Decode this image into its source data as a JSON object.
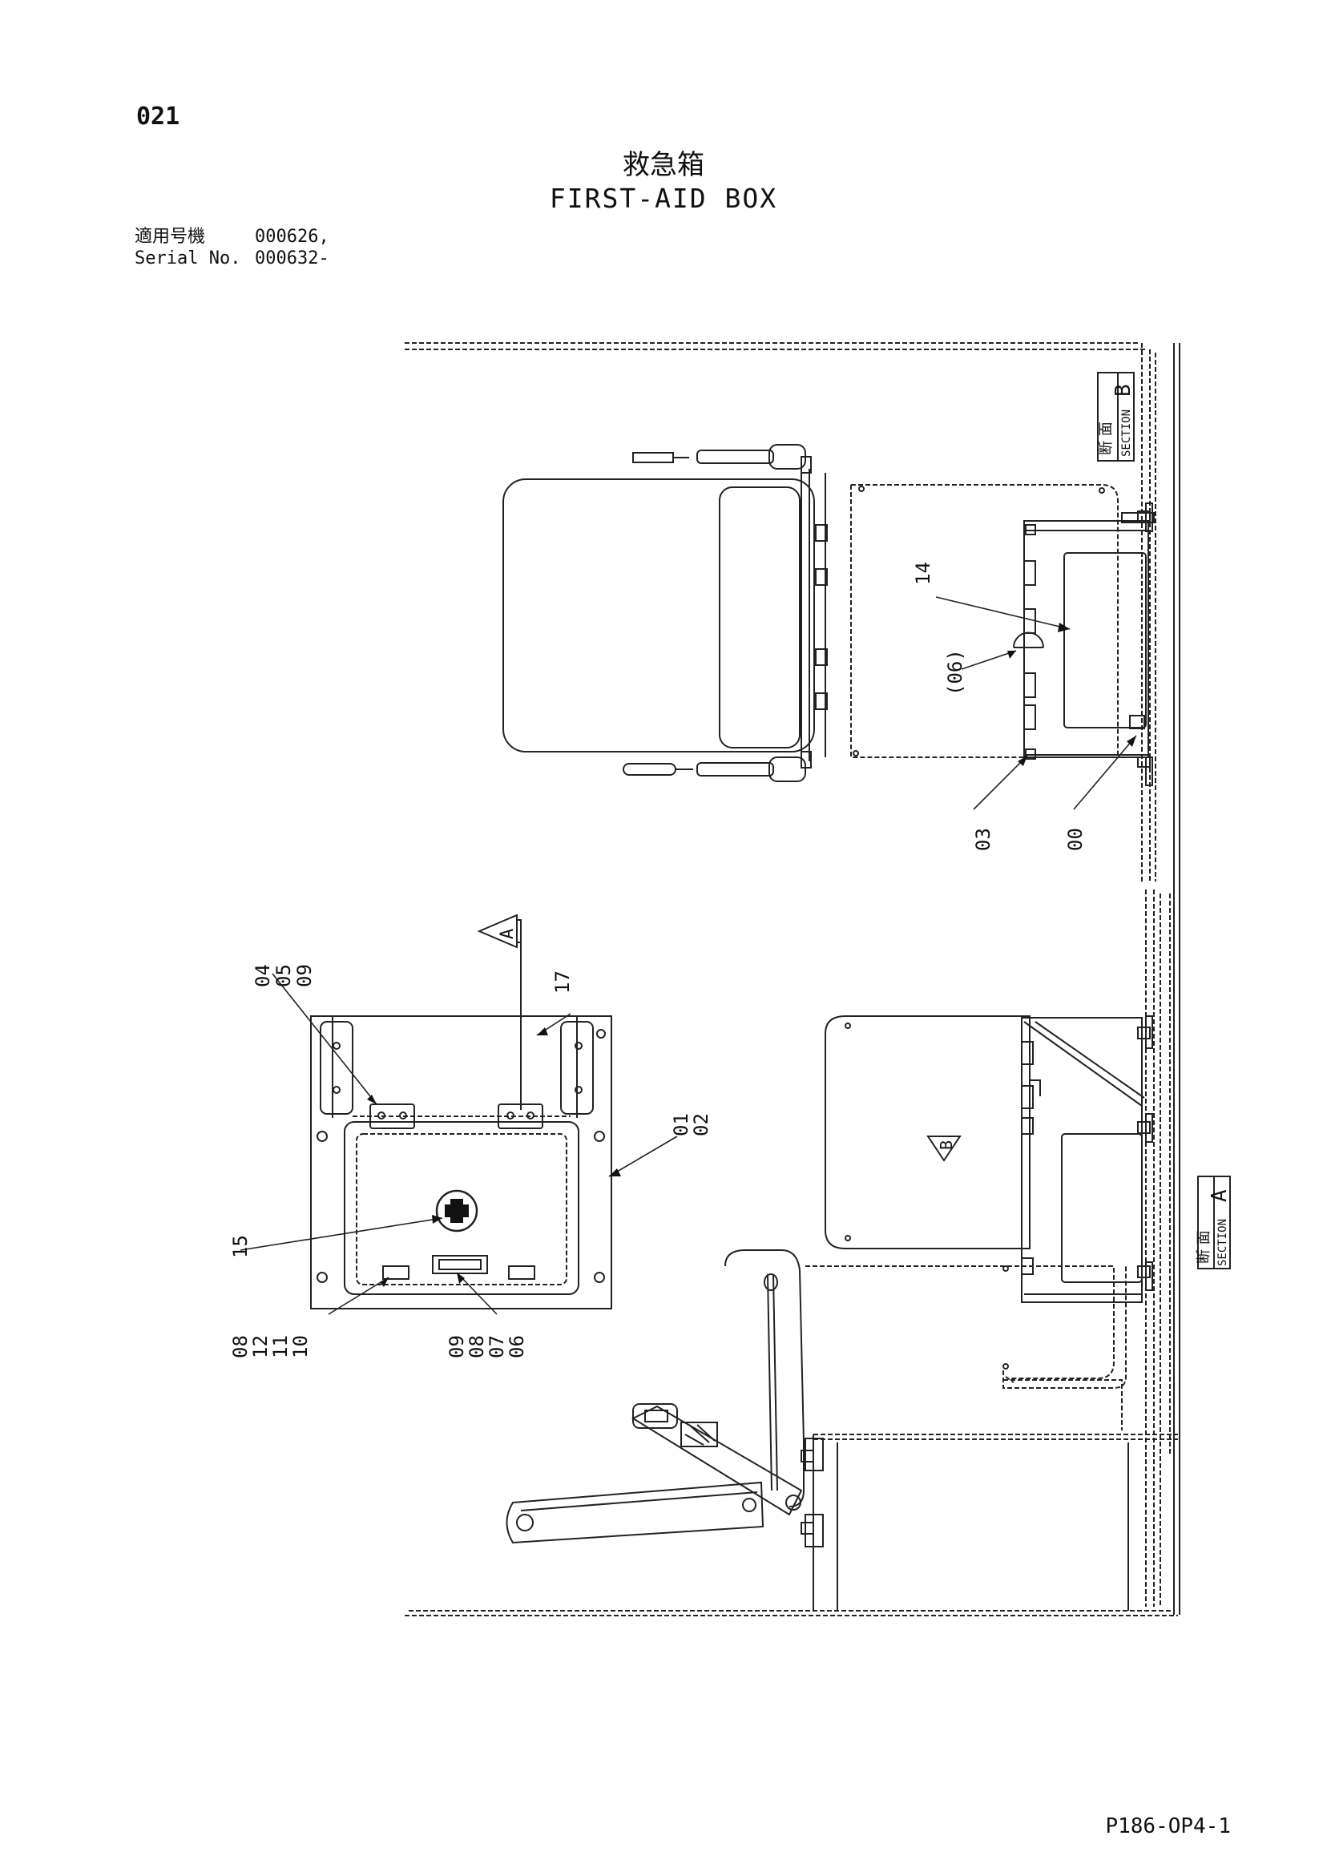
{
  "page_number": "021",
  "title_jp": "救急箱",
  "title_en": "FIRST-AID BOX",
  "serial": {
    "label_jp": "適用号機",
    "label_en": "Serial No.",
    "value1": "000626,",
    "value2": "000632-"
  },
  "section_b": {
    "jp": "断 面",
    "en": "SECTION",
    "letter": "B"
  },
  "section_a": {
    "jp": "断 面",
    "en": "SECTION",
    "letter": "A"
  },
  "view_markers": {
    "a": "A",
    "b": "B"
  },
  "callouts": {
    "c14": "14",
    "c06p": "(06)",
    "c03": "03",
    "c00": "00",
    "c04_05_09": [
      "04",
      "05",
      "09"
    ],
    "c17": "17",
    "c01_02": [
      "01",
      "02"
    ],
    "c15": "15",
    "c08_12_11_10": [
      "08",
      "12",
      "11",
      "10"
    ],
    "c09_08_07_06": [
      "09",
      "08",
      "07",
      "06"
    ]
  },
  "footer_code": "P186-OP4-1"
}
